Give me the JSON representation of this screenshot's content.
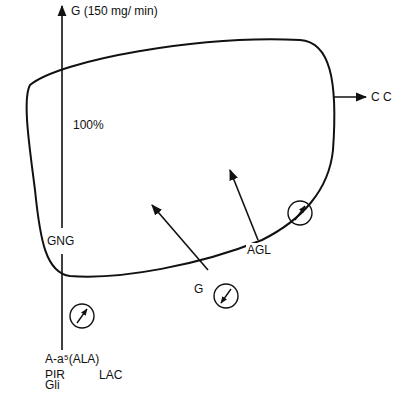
{
  "diagram": {
    "labels": [
      "G (150 mg/ min)",
      "100%",
      "GNG",
      "C C",
      "AGL",
      "G",
      "A-a⁵(ALA)",
      "PIR",
      "LAC",
      "Gli"
    ]
  }
}
